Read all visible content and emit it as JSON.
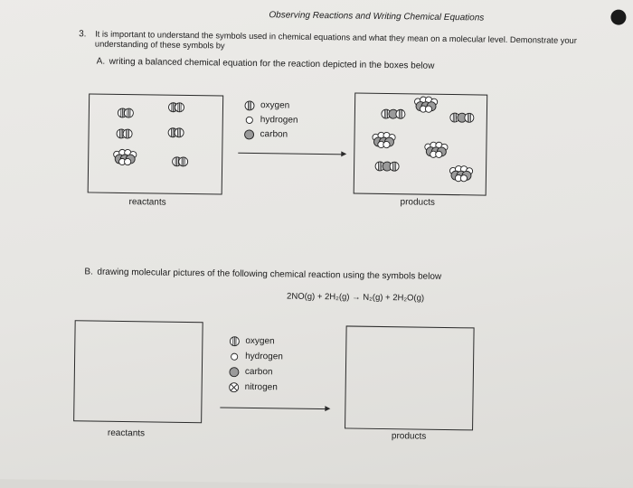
{
  "header": {
    "title": "Observing Reactions and Writing Chemical Equations"
  },
  "question": {
    "number": "3.",
    "text_line1": "It is important to understand the symbols used in chemical equations and what they mean on a molecular level.  Demonstrate your",
    "text_line2": "understanding of these symbols by"
  },
  "part_a": {
    "label": "A.",
    "text": "writing a balanced chemical equation for the reaction depicted in the boxes below",
    "legend": [
      {
        "icon": "oxygen-atom-icon",
        "label": "oxygen"
      },
      {
        "icon": "hydrogen-atom-icon",
        "label": "hydrogen"
      },
      {
        "icon": "carbon-atom-icon",
        "label": "carbon"
      }
    ],
    "reactants_label": "reactants",
    "products_label": "products"
  },
  "part_b": {
    "label": "B.",
    "text": "drawing molecular pictures of the following chemical reaction using the symbols below",
    "equation": "2NO(g) + 2H₂(g) → N₂(g) + 2H₂O(g)",
    "legend": [
      {
        "icon": "oxygen-atom-icon",
        "label": "oxygen"
      },
      {
        "icon": "hydrogen-atom-icon",
        "label": "hydrogen"
      },
      {
        "icon": "carbon-atom-icon",
        "label": "carbon"
      },
      {
        "icon": "nitrogen-atom-icon",
        "label": "nitrogen"
      }
    ],
    "reactants_label": "reactants",
    "products_label": "products"
  }
}
